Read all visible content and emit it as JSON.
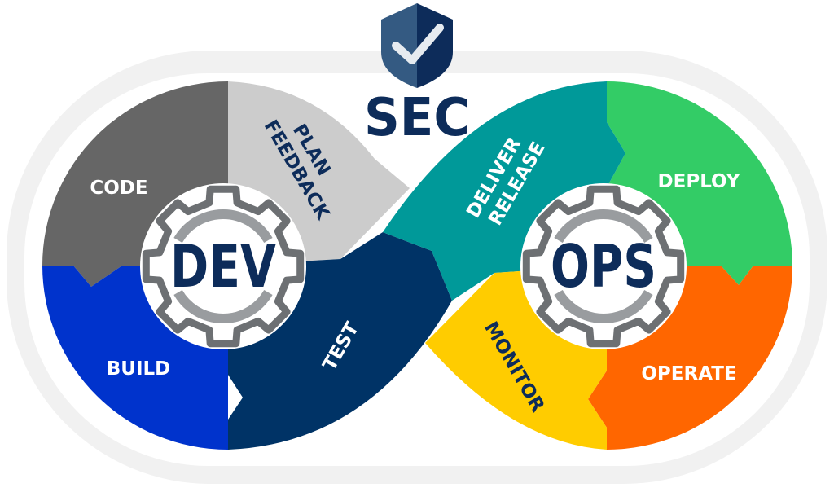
{
  "title": "SEC",
  "hubs": {
    "dev": "DEV",
    "ops": "OPS"
  },
  "stages": {
    "code": "CODE",
    "build": "BUILD",
    "plan": "PLAN",
    "feedback": "FEEDBACK",
    "test": "TEST",
    "deliver": "DELIVER",
    "release": "RELEASE",
    "monitor": "MONITOR",
    "deploy": "DEPLOY",
    "operate": "OPERATE"
  },
  "colors": {
    "code": "#666666",
    "build": "#0033cc",
    "plan_feedback": "#cccccc",
    "test": "#003366",
    "deliver_release": "#009999",
    "monitor": "#ffcc00",
    "deploy": "#33cc66",
    "operate": "#ff6600",
    "navy_text": "#0d2c5a",
    "gear": "#6d7073",
    "gear_arc": "#999c9f"
  },
  "icons": {
    "shield": "shield-check-icon",
    "gear": "gear-icon"
  }
}
